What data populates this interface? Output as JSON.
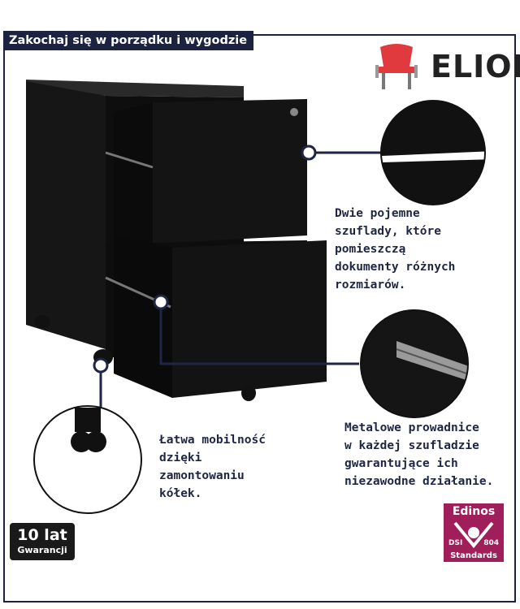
{
  "header": {
    "title": "Zakochaj się w porządku i wygodzie"
  },
  "brand": {
    "name": "ELIOR",
    "icon": "chair-icon",
    "color": "#e03a3e"
  },
  "features": [
    {
      "lines": [
        "Dwie pojemne",
        "szuflady, które",
        "pomieszczą",
        "dokumenty różnych",
        "rozmiarów."
      ]
    },
    {
      "lines": [
        "Metalowe prowadnice",
        "w każdej szufladzie",
        "gwarantujące ich",
        "niezawodne działanie."
      ]
    },
    {
      "lines": [
        "Łatwa mobilność",
        "dzięki",
        "zamontowaniu",
        "kółek."
      ]
    }
  ],
  "badges": {
    "warranty": {
      "years": "10 lat",
      "label": "Gwarancji"
    },
    "edinos": {
      "name": "Edinos",
      "left": "DSI",
      "right": "804",
      "standard": "Standards",
      "color": "#a01e5a"
    }
  },
  "colors": {
    "navy": "#1c2340",
    "cabinet": "#121212"
  }
}
